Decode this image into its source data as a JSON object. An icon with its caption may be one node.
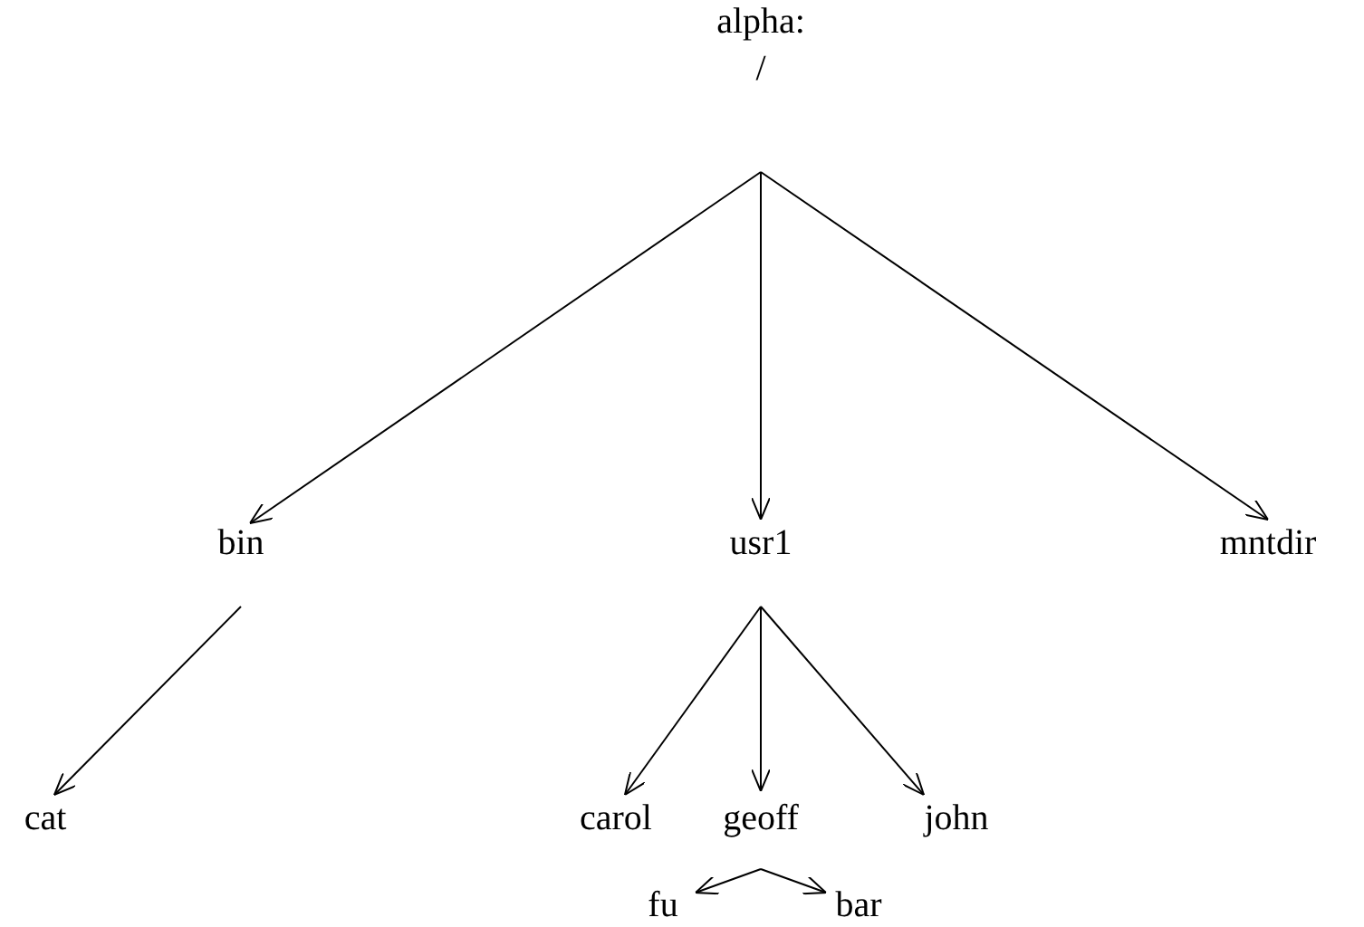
{
  "diagram": {
    "title": "alpha:",
    "nodes": [
      {
        "text": [
          "/"
        ]
      },
      {
        "text": [
          "bin"
        ]
      },
      {
        "text": [
          "usr1"
        ]
      },
      {
        "text": [
          "mntdir"
        ]
      },
      {
        "text": [
          "cat"
        ]
      },
      {
        "text": [
          "carol"
        ]
      },
      {
        "text": [
          "geoff"
        ]
      },
      {
        "text": [
          "john"
        ]
      },
      {
        "text": [
          "fu"
        ]
      },
      {
        "text": [
          "bar"
        ]
      }
    ],
    "edges": [
      {
        "from": 0,
        "to": 1,
        "arrow": "to"
      },
      {
        "from": 0,
        "to": 2,
        "arrow": "to"
      },
      {
        "from": 0,
        "to": 3,
        "arrow": "to"
      },
      {
        "from": 1,
        "to": 4,
        "arrow": "to"
      },
      {
        "from": 2,
        "to": 5,
        "arrow": "to"
      },
      {
        "from": 2,
        "to": 6,
        "arrow": "to"
      },
      {
        "from": 2,
        "to": 7,
        "arrow": "to"
      },
      {
        "from": 6,
        "to": 8,
        "arrow": "to"
      },
      {
        "from": 6,
        "to": 9,
        "arrow": "to"
      }
    ]
  }
}
